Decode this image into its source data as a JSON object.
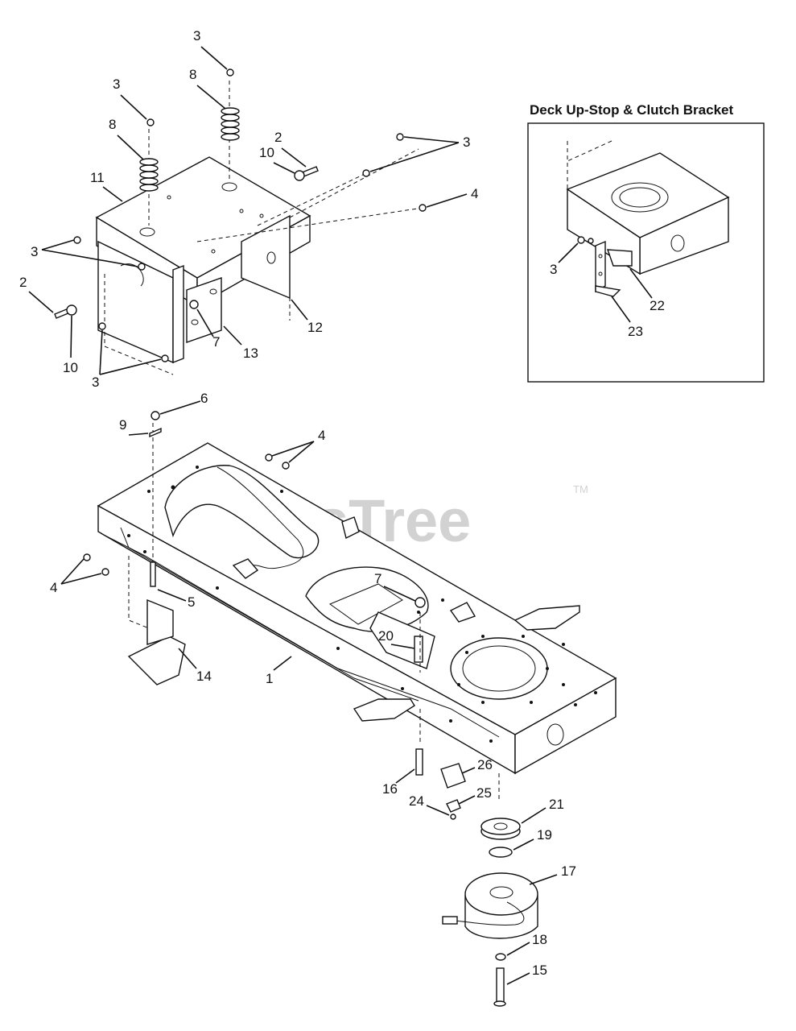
{
  "inset": {
    "title": "Deck Up-Stop & Clutch Bracket"
  },
  "watermark": {
    "text": "PartsTree",
    "trademark": "TM"
  },
  "callouts": [
    {
      "id": "c1",
      "text": "3"
    },
    {
      "id": "c2",
      "text": "8"
    },
    {
      "id": "c3",
      "text": "3"
    },
    {
      "id": "c4",
      "text": "8"
    },
    {
      "id": "c5",
      "text": "2"
    },
    {
      "id": "c6",
      "text": "10"
    },
    {
      "id": "c7",
      "text": "3"
    },
    {
      "id": "c8",
      "text": "11"
    },
    {
      "id": "c9",
      "text": "4"
    },
    {
      "id": "c10",
      "text": "3"
    },
    {
      "id": "c11",
      "text": "2"
    },
    {
      "id": "c12",
      "text": "10"
    },
    {
      "id": "c13",
      "text": "7"
    },
    {
      "id": "c14",
      "text": "13"
    },
    {
      "id": "c15",
      "text": "12"
    },
    {
      "id": "c16",
      "text": "3"
    },
    {
      "id": "c17",
      "text": "3"
    },
    {
      "id": "c18",
      "text": "22"
    },
    {
      "id": "c19",
      "text": "23"
    },
    {
      "id": "c20",
      "text": "6"
    },
    {
      "id": "c21",
      "text": "9"
    },
    {
      "id": "c22",
      "text": "4"
    },
    {
      "id": "c23",
      "text": "4"
    },
    {
      "id": "c24",
      "text": "5"
    },
    {
      "id": "c25",
      "text": "7"
    },
    {
      "id": "c26",
      "text": "14"
    },
    {
      "id": "c27",
      "text": "1"
    },
    {
      "id": "c28",
      "text": "20"
    },
    {
      "id": "c29",
      "text": "26"
    },
    {
      "id": "c30",
      "text": "16"
    },
    {
      "id": "c31",
      "text": "25"
    },
    {
      "id": "c32",
      "text": "24"
    },
    {
      "id": "c33",
      "text": "21"
    },
    {
      "id": "c34",
      "text": "19"
    },
    {
      "id": "c35",
      "text": "17"
    },
    {
      "id": "c36",
      "text": "18"
    },
    {
      "id": "c37",
      "text": "15"
    }
  ]
}
